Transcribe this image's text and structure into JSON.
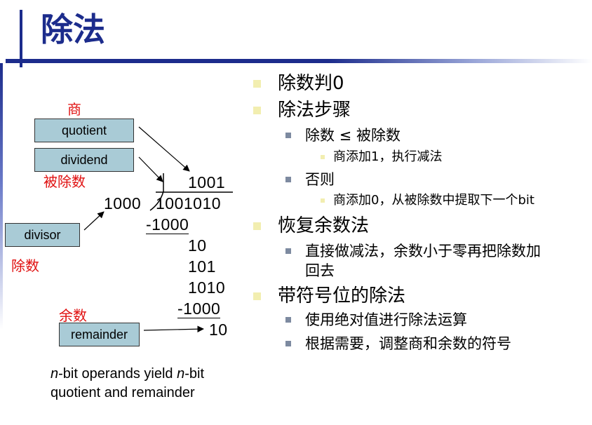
{
  "title": "除法",
  "diagram": {
    "boxes": {
      "quotient": "quotient",
      "dividend": "dividend",
      "divisor": "divisor",
      "remainder": "remainder"
    },
    "labels": {
      "quotient_cn": "商",
      "dividend_cn": "被除数",
      "divisor_cn": "除数",
      "remainder_cn": "余数"
    },
    "long_division": {
      "quotient": "1001",
      "divisor": "1000",
      "dividend": "1001010",
      "step1": "-1000",
      "line2": "10",
      "line3": "101",
      "line4": "1010",
      "step2": "-1000",
      "remainder": "10"
    },
    "caption": {
      "n1": "n",
      "t1": "-bit operands yield ",
      "n2": "n",
      "t2": "-bit",
      "line2": "quotient and remainder"
    }
  },
  "bullets": {
    "b1": "除数判0",
    "b2": "除法步骤",
    "b2_1": "除数 ≤ 被除数",
    "b2_1_1": "商添加1，执行减法",
    "b2_2": "否则",
    "b2_2_1": "商添加0，从被除数中提取下一个bit",
    "b3": "恢复余数法",
    "b3_1_line1": "直接做减法，余数小于零再把除数加",
    "b3_1_line2": "回去",
    "b4": "带符号位的除法",
    "b4_1": "使用绝对值进行除法运算",
    "b4_2": "根据需要，调整商和余数的符号"
  }
}
